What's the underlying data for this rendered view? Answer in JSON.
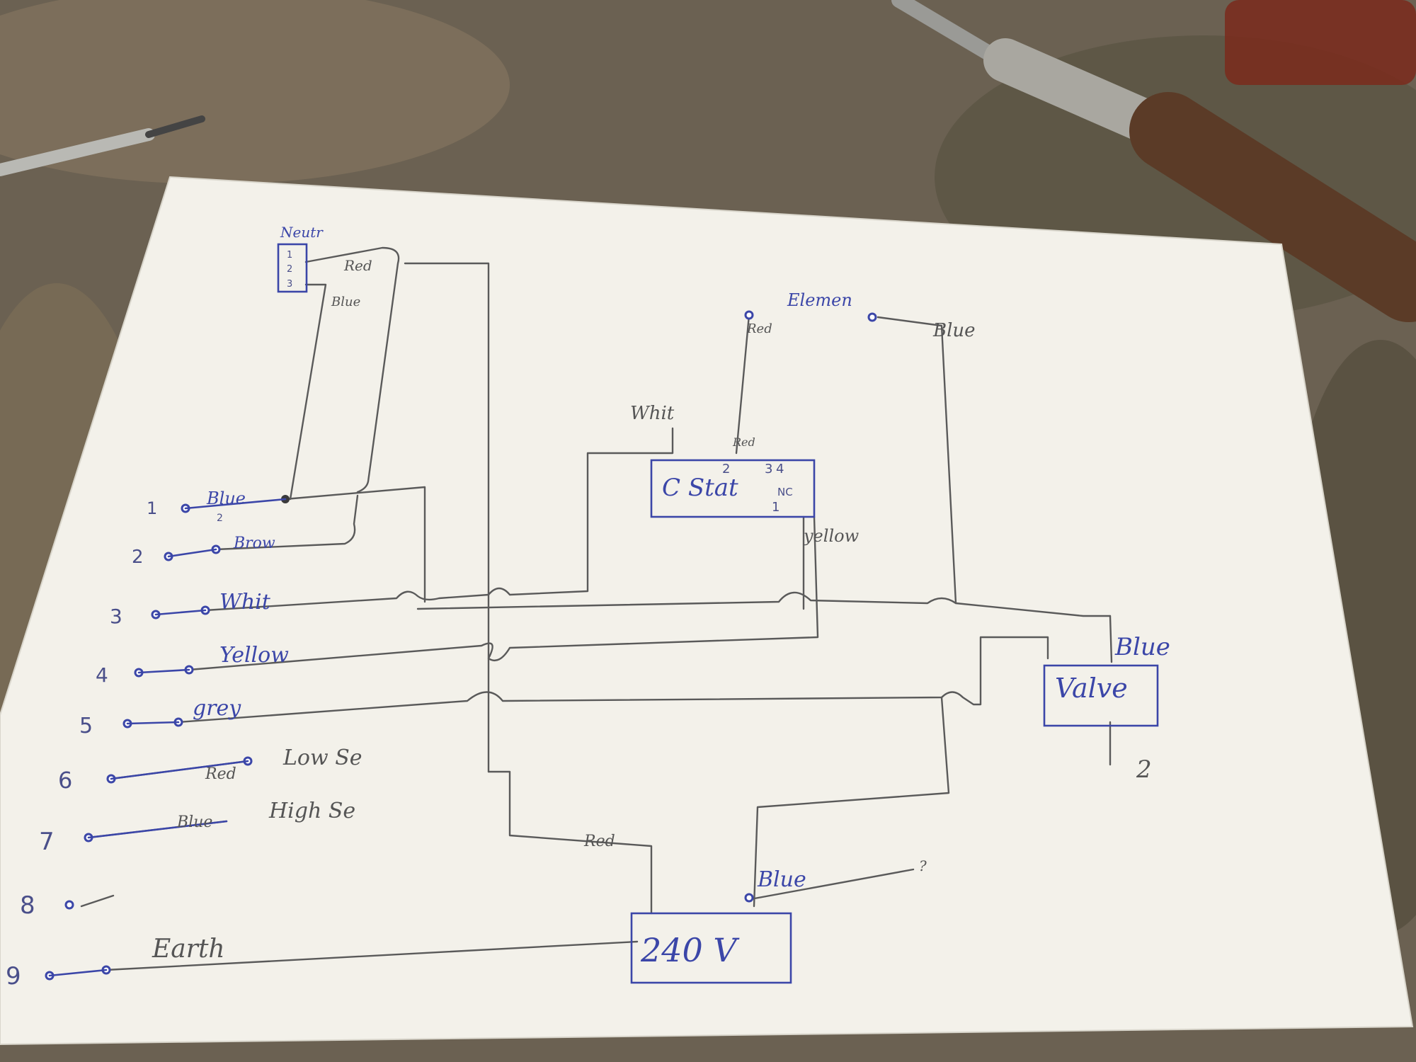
{
  "diagram": {
    "neutral_block": {
      "label": "Neutr",
      "terminals": [
        "1",
        "2",
        "3"
      ]
    },
    "wire_labels": {
      "neutral_red": "Red",
      "neutral_blue": "Blue",
      "element_red": "Red",
      "element_blue": "Blue",
      "stat_white": "Whit",
      "stat_red": "Red",
      "stat_yellow": "yellow",
      "supply_red": "Red",
      "supply_blue": "Blue",
      "valve_blue": "Blue"
    },
    "element": {
      "label": "Elemen"
    },
    "stat": {
      "label": "C Stat",
      "terminal_2": "2",
      "terminal_3": "3",
      "terminal_4": "4",
      "terminal_nc": "NC",
      "terminal_1": "1"
    },
    "valve": {
      "label": "Valve",
      "terminal": "2"
    },
    "supply": {
      "label": "240 V",
      "unknown_mark": "?"
    },
    "terminals": [
      {
        "num": "1",
        "color": "Blue",
        "sub": "2"
      },
      {
        "num": "2",
        "color": "Brow",
        "sub": ""
      },
      {
        "num": "3",
        "color": "Whit",
        "sub": ""
      },
      {
        "num": "4",
        "color": "Yellow",
        "sub": ""
      },
      {
        "num": "5",
        "color": "grey",
        "sub": ""
      },
      {
        "num": "6",
        "color": "Red",
        "sub": "Low Se"
      },
      {
        "num": "7",
        "color": "Blue",
        "sub": "High Se"
      },
      {
        "num": "8",
        "color": "",
        "sub": ""
      },
      {
        "num": "9",
        "color": "Earth",
        "sub": ""
      }
    ]
  },
  "colors": {
    "ink": "#3b46a8",
    "pencil": "#5a5a5a",
    "paper": "#f3f1ea",
    "bench": "#6b6152"
  }
}
